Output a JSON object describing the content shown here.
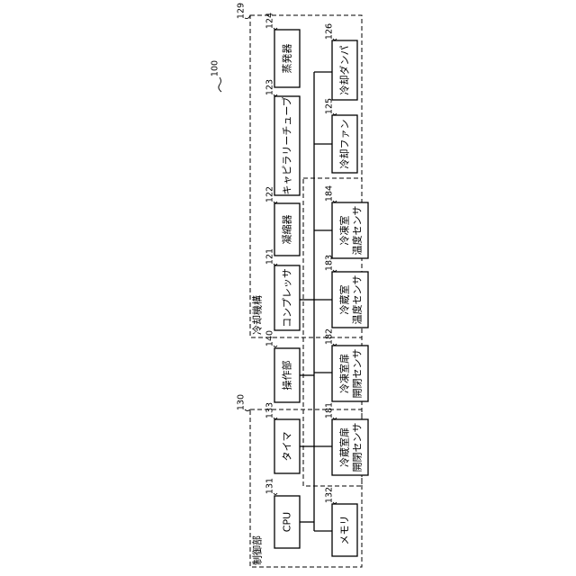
{
  "system_ref": "100",
  "groups": {
    "control": {
      "ref": "130",
      "label": "制御部"
    },
    "cooling": {
      "ref": "129",
      "label": "冷却機構"
    }
  },
  "blocks": {
    "cpu": {
      "ref": "131",
      "label": "CPU"
    },
    "memory": {
      "ref": "132",
      "label": "メモリ"
    },
    "timer": {
      "ref": "133",
      "label": "タイマ"
    },
    "operation": {
      "ref": "140",
      "label": "操作部"
    },
    "compressor": {
      "ref": "121",
      "label": "コンプレッサ"
    },
    "condenser": {
      "ref": "122",
      "label": "凝縮器"
    },
    "capillary": {
      "ref": "123",
      "label": "キャピラリーチューブ"
    },
    "evaporator": {
      "ref": "124",
      "label": "蒸発器"
    },
    "fan": {
      "ref": "125",
      "label": "冷却ファン"
    },
    "damper": {
      "ref": "126",
      "label": "冷却ダンパ"
    },
    "sensor181": {
      "ref": "181",
      "lines": [
        "冷蔵室扉",
        "開閉センサ"
      ]
    },
    "sensor182": {
      "ref": "182",
      "lines": [
        "冷凍室扉",
        "開閉センサ"
      ]
    },
    "sensor183": {
      "ref": "183",
      "lines": [
        "冷蔵室",
        "温度センサ"
      ]
    },
    "sensor184": {
      "ref": "184",
      "lines": [
        "冷凍室",
        "温度センサ"
      ]
    }
  }
}
